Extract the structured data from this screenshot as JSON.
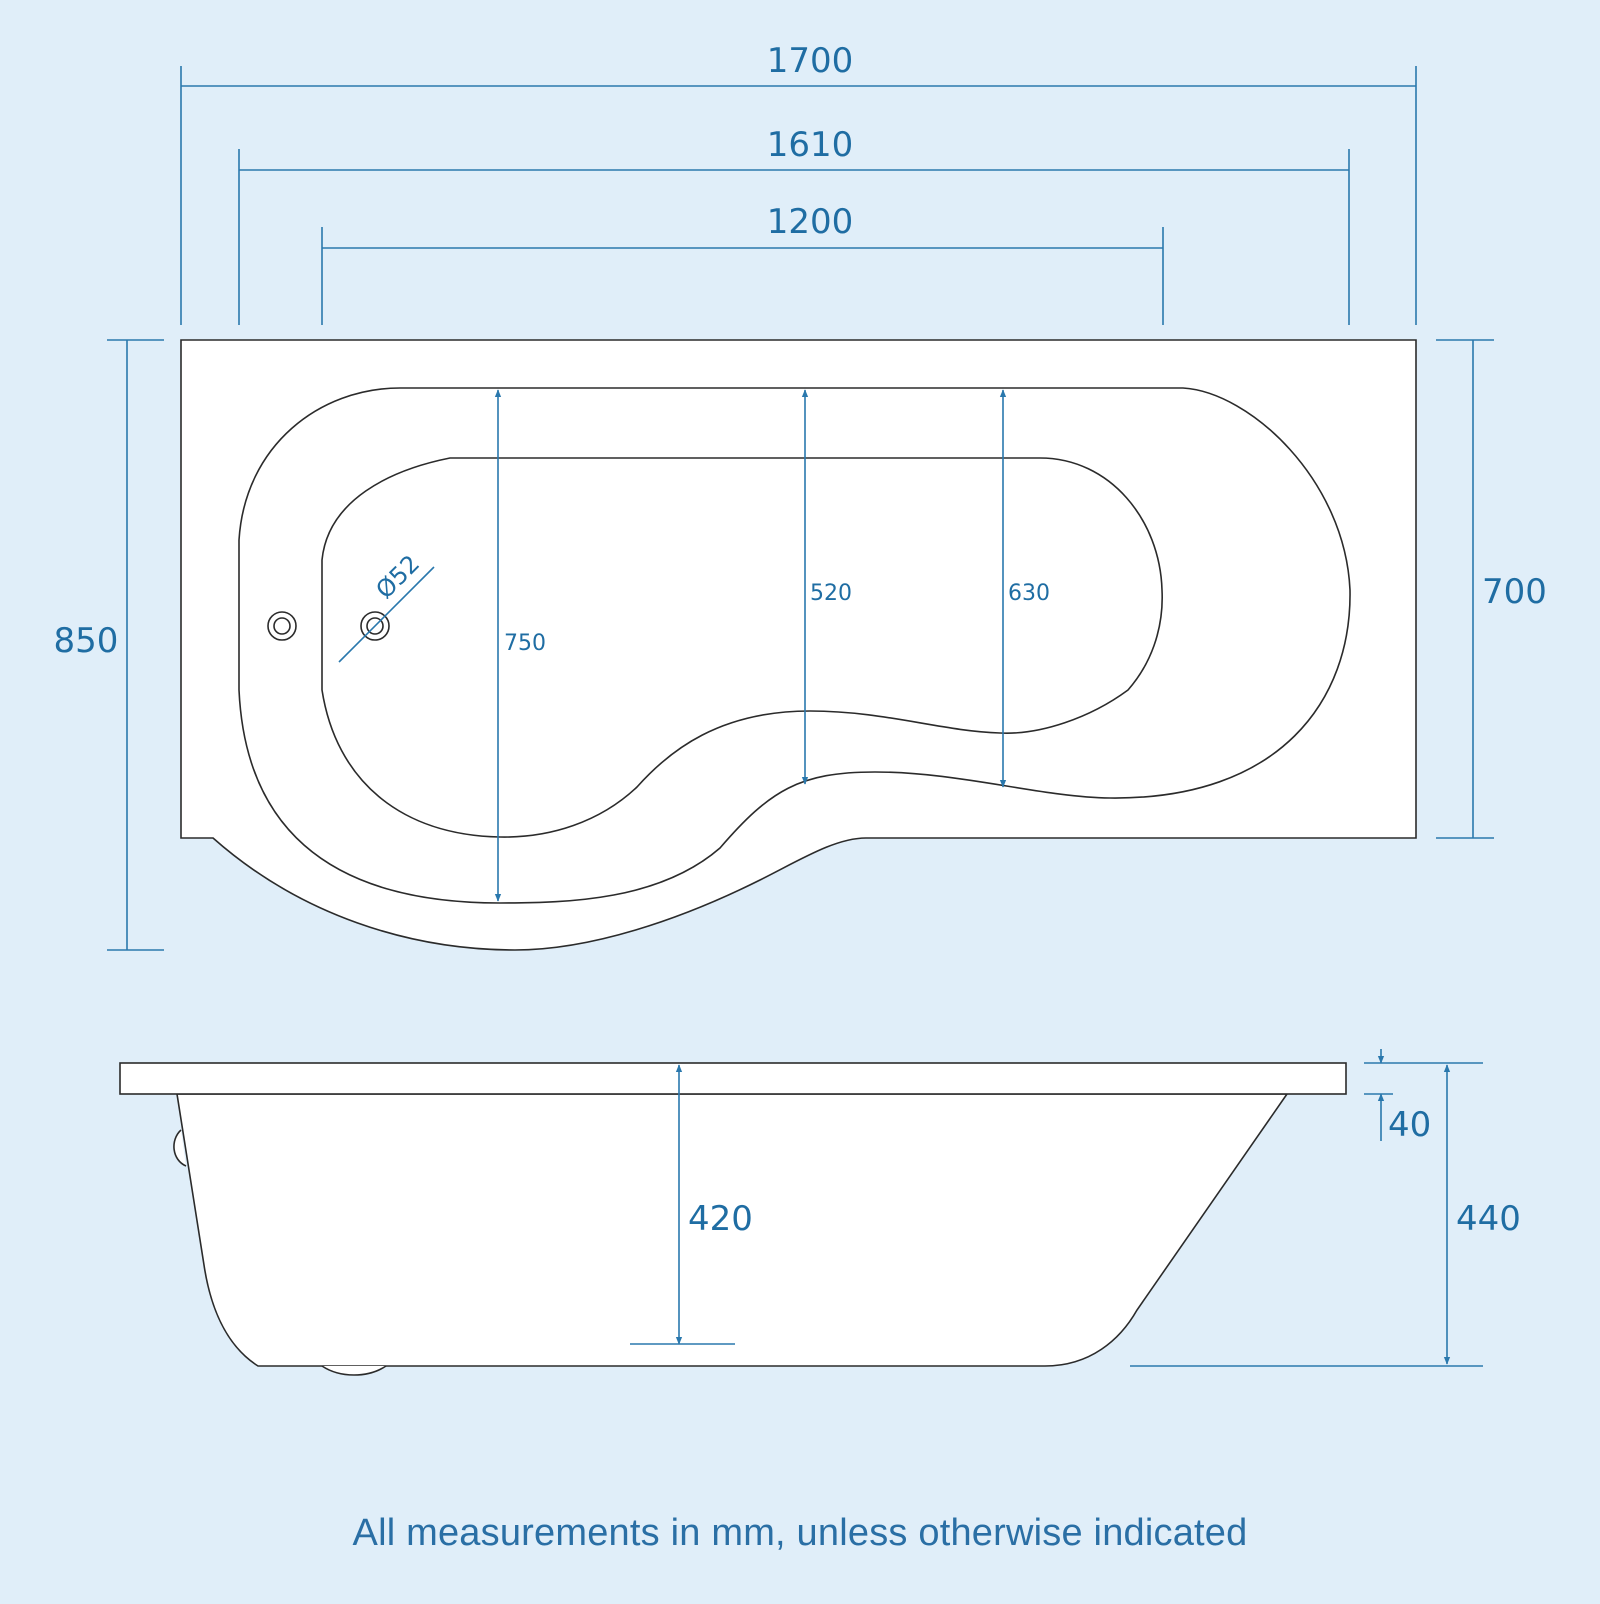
{
  "colors": {
    "background": "#e0eef9",
    "dimension": "#2a78ad",
    "dimension_text": "#1f6da3",
    "outline": "#2b2b2b",
    "fill": "#ffffff"
  },
  "plan_view": {
    "dimensions": {
      "overall_length": "1700",
      "panel_length": "1610",
      "straight_section": "1200",
      "overall_width": "850",
      "straight_end_width": "700",
      "bowl_width_left": "750",
      "bowl_width_waist": "520",
      "bowl_width_right": "630",
      "waste_diameter": "Ø52"
    },
    "features": [
      "overflow-hole",
      "waste-outlet"
    ]
  },
  "side_view": {
    "dimensions": {
      "internal_depth": "420",
      "rim_thickness": "40",
      "overall_height": "440"
    }
  },
  "footer": {
    "note": "All measurements in mm, unless otherwise indicated"
  }
}
